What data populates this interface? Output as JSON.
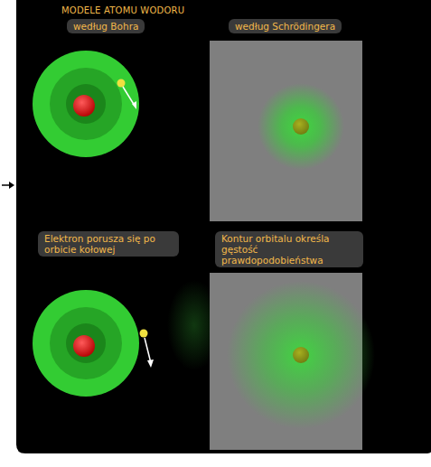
{
  "diagram": {
    "title": "MODELE ATOMU WODORU",
    "nodes": [
      {
        "text": [
          "według Bohra"
        ]
      },
      {
        "text": [
          "według Schrödingera"
        ]
      },
      {
        "text": [
          "Elektron porusza się po orbicie kołowej"
        ]
      },
      {
        "text": [
          "Kontur orbitalu określa gęstość prawdopodobieństwa"
        ]
      }
    ]
  }
}
